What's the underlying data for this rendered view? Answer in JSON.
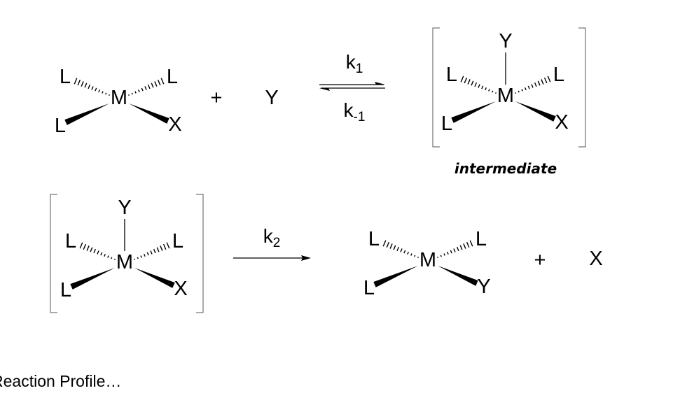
{
  "reaction_step_1": {
    "reactant": {
      "center": "M",
      "top_left": "L",
      "top_right": "L",
      "bottom_left": "L",
      "bottom_right": "X"
    },
    "plus": "+",
    "reagent": "Y",
    "forward_rate": {
      "symbol": "k",
      "subscript": "1"
    },
    "reverse_rate": {
      "symbol": "k",
      "subscript": "-1"
    },
    "intermediate": {
      "center": "M",
      "top": "Y",
      "top_left": "L",
      "top_right": "L",
      "bottom_left": "L",
      "bottom_right": "X"
    },
    "intermediate_label": "intermediate"
  },
  "reaction_step_2": {
    "intermediate": {
      "center": "M",
      "top": "Y",
      "top_left": "L",
      "top_right": "L",
      "bottom_left": "L",
      "bottom_right": "X"
    },
    "rate": {
      "symbol": "k",
      "subscript": "2"
    },
    "product": {
      "center": "M",
      "top_left": "L",
      "top_right": "L",
      "bottom_left": "L",
      "bottom_right": "Y"
    },
    "plus": "+",
    "leaving_group": "X"
  },
  "footer_text": "Reaction Profile…"
}
